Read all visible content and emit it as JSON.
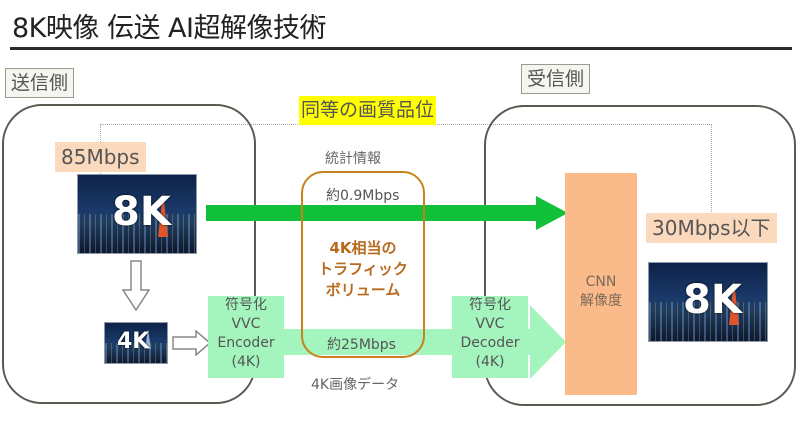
{
  "title": "8K映像 伝送 AI超解像技術",
  "sender": {
    "label": "送信側",
    "bitrate": "85Mbps",
    "source_image_label": "8K",
    "downscaled_image_label": "4K"
  },
  "receiver": {
    "label": "受信側",
    "bitrate": "30Mbps以下",
    "output_image_label": "8K"
  },
  "quality_label": "同等の画質品位",
  "stats": {
    "label": "統計情報",
    "rate": "約0.9Mbps"
  },
  "traffic": {
    "lines": [
      "4K相当の",
      "トラフィック",
      "ボリューム"
    ]
  },
  "encoder": {
    "lines": [
      "符号化",
      "VVC",
      "Encoder",
      "(4K)"
    ]
  },
  "decoder": {
    "lines": [
      "符号化",
      "VVC",
      "Decoder",
      "(4K)"
    ]
  },
  "image_data": {
    "rate": "約25Mbps",
    "label": "4K画像データ"
  },
  "cnn": {
    "lines": [
      "CNN",
      "解像度"
    ]
  },
  "colors": {
    "stats_arrow": "#12c13a",
    "data_arrow": "#a3f5bd",
    "cnn_box": "#fbba8a",
    "rate_tag": "#fbd9bd",
    "traffic_box": "#c8821e",
    "highlight": "#ffff00"
  }
}
